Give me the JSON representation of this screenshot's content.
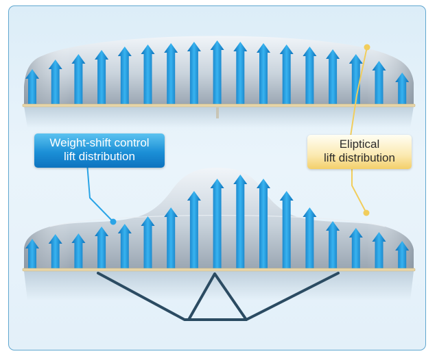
{
  "labels": {
    "weight_shift": {
      "line1": "Weight-shift control",
      "line2": "lift distribution"
    },
    "elliptical": {
      "line1": "Eliptical",
      "line2": "lift distribution"
    }
  },
  "colors": {
    "arrow": "#1e9be0",
    "arrow_dark": "#0b6fb8",
    "frame_border": "#5fa6cf",
    "wsc_label": "#1b8fd6",
    "elliptical_label": "#f3cf6a",
    "wing_edge": "#e7d5a8",
    "trike_frame": "#2b4b62"
  },
  "top_wing": {
    "arrow_count": 17
  },
  "bottom_wing": {
    "arrow_count": 17
  }
}
